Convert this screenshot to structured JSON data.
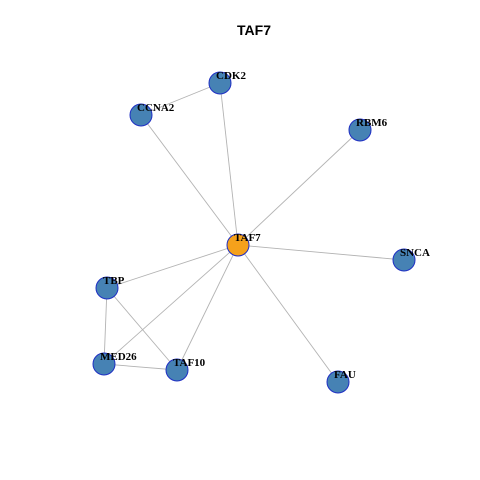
{
  "title": "TAF7",
  "colors": {
    "center_node": "#f5a11b",
    "neighbor_node": "#4682b4",
    "node_border": "#1f2fc4",
    "edge": "#b3b3b3"
  },
  "nodes": [
    {
      "id": "TAF7",
      "label": "TAF7",
      "role": "center"
    },
    {
      "id": "CDK2",
      "label": "CDK2",
      "role": "neighbor"
    },
    {
      "id": "CCNA2",
      "label": "CCNA2",
      "role": "neighbor"
    },
    {
      "id": "RBM6",
      "label": "RBM6",
      "role": "neighbor"
    },
    {
      "id": "SNCA",
      "label": "SNCA",
      "role": "neighbor"
    },
    {
      "id": "TBP",
      "label": "TBP",
      "role": "neighbor"
    },
    {
      "id": "MED26",
      "label": "MED26",
      "role": "neighbor"
    },
    {
      "id": "TAF10",
      "label": "TAF10",
      "role": "neighbor"
    },
    {
      "id": "FAU",
      "label": "FAU",
      "role": "neighbor"
    }
  ],
  "edges": [
    [
      "TAF7",
      "CDK2"
    ],
    [
      "TAF7",
      "CCNA2"
    ],
    [
      "TAF7",
      "RBM6"
    ],
    [
      "TAF7",
      "SNCA"
    ],
    [
      "TAF7",
      "TBP"
    ],
    [
      "TAF7",
      "MED26"
    ],
    [
      "TAF7",
      "TAF10"
    ],
    [
      "TAF7",
      "FAU"
    ],
    [
      "CCNA2",
      "CDK2"
    ],
    [
      "TBP",
      "MED26"
    ],
    [
      "TBP",
      "TAF10"
    ],
    [
      "MED26",
      "TAF10"
    ]
  ]
}
